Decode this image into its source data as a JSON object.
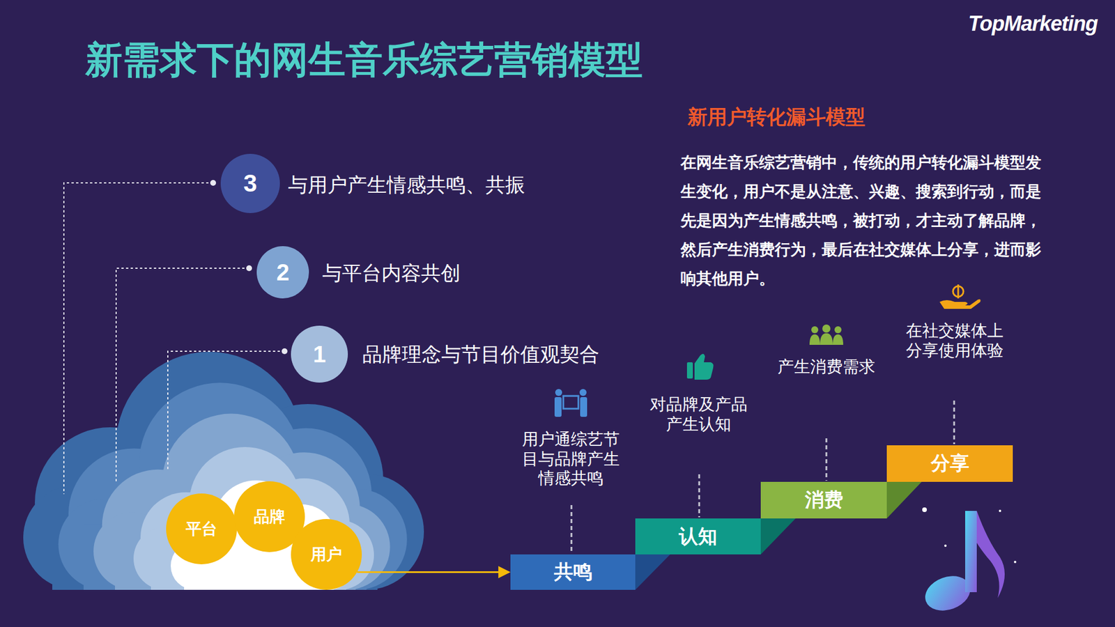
{
  "diagram": {
    "title": "新需求下的网生音乐综艺营销模型",
    "nodes": [
      {
        "text": [
          "3"
        ]
      },
      {
        "text": [
          "2"
        ]
      },
      {
        "text": [
          "1"
        ]
      },
      {
        "text": [
          "平台"
        ]
      },
      {
        "text": [
          "品牌"
        ]
      },
      {
        "text": [
          "用户"
        ]
      },
      {
        "text": [
          "共鸣"
        ]
      },
      {
        "text": [
          "认知"
        ]
      },
      {
        "text": [
          "消费"
        ]
      },
      {
        "text": [
          "分享"
        ]
      }
    ],
    "edges": [
      {
        "from": 5,
        "to": 6,
        "arrow": "to"
      }
    ],
    "labels": [
      "TopMarketing",
      "新用户转化漏斗模型",
      "在网生音乐综艺营销中，传统的用户转化漏斗模型发生变化，用户不是从注意、兴趣、搜索到行动，而是先是因为产生情感共鸣，被打动，才主动了解品牌，然后产生消费行为，最后在社交媒体上分享，进而影响其他用户。",
      "与用户产生情感共鸣、共振",
      "与平台内容共创",
      "品牌理念与节目价值观契合",
      "用户通综艺节目与品牌产生情感共鸣",
      "对品牌及产品产生认知",
      "产生消费需求",
      "在社交媒体上分享使用体验"
    ]
  }
}
